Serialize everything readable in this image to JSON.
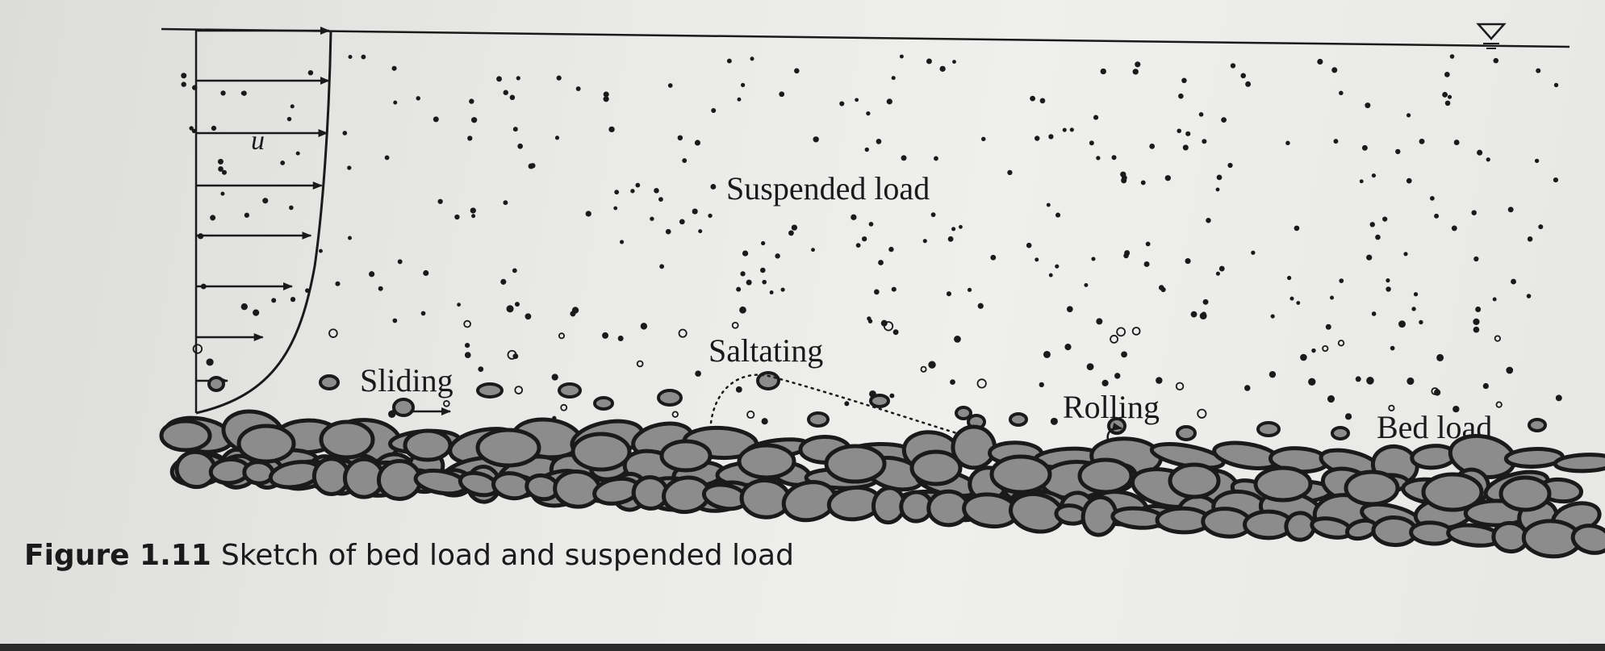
{
  "diagram": {
    "labels": {
      "velocity_symbol": "u",
      "suspended": "Suspended load",
      "saltating": "Saltating",
      "sliding": "Sliding",
      "rolling": "Rolling",
      "bed_load": "Bed load"
    },
    "water_surface_icon": "water-surface-triangle-icon",
    "colors": {
      "ink": "#1a1a1a",
      "stone": "#8c8c8c",
      "paper": "#ececea"
    }
  },
  "caption": {
    "number": "Figure 1.11",
    "text": "Sketch of bed load and suspended load"
  }
}
